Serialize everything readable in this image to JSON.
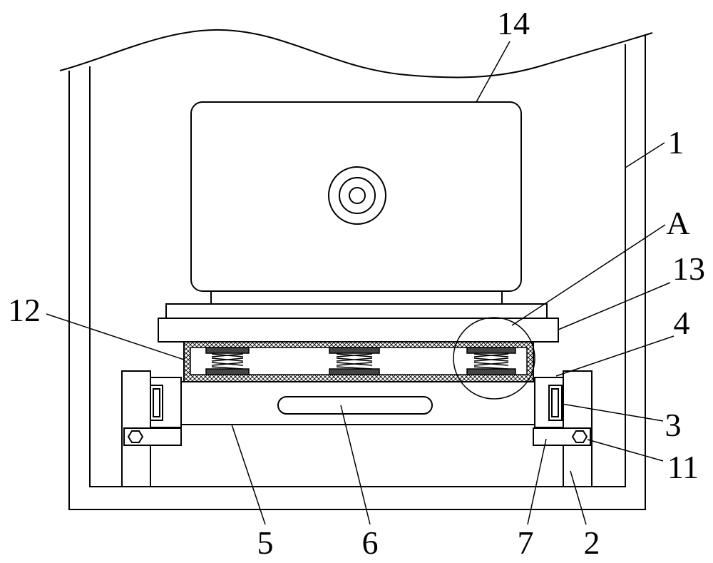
{
  "figure": {
    "colors": {
      "line": "#000000",
      "background": "#ffffff",
      "hatch": "#000000"
    },
    "labels": {
      "housing": "1",
      "rail": "2",
      "slider": "3",
      "mount_block": "4",
      "lower_plate": "5",
      "handle_slot": "6",
      "sleeve": "7",
      "bolt": "11",
      "cushion_layer": "12",
      "support_plate": "13",
      "motor": "14",
      "detail": "A"
    }
  }
}
